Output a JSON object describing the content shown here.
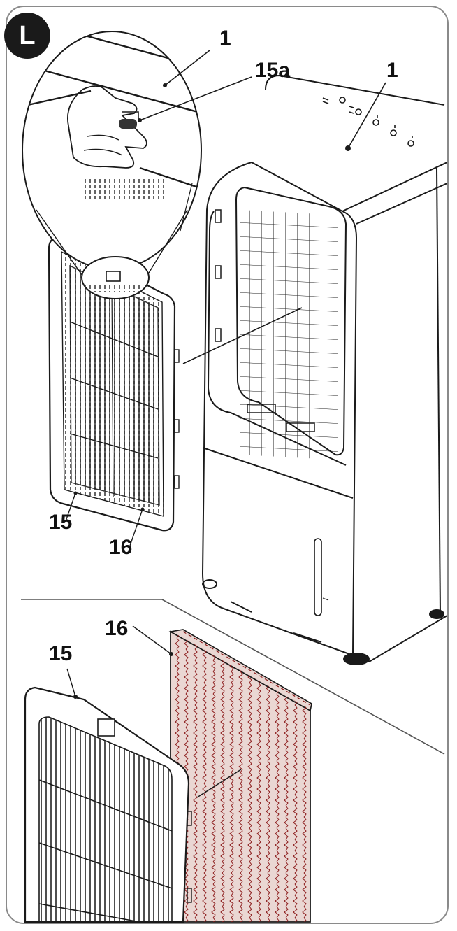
{
  "step": {
    "letter": "L"
  },
  "callouts": {
    "top_circle_one": "1",
    "tab_label": "15a",
    "unit_one": "1",
    "frame_upper": "15",
    "filter_upper": "16",
    "filter_lower": "16",
    "frame_lower": "15"
  },
  "colors": {
    "line": "#1a1a1a",
    "filter_fill": "#ead7d3",
    "filter_wave": "#8b1a1a",
    "frame_border": "#8a8a8a",
    "badge": "#1a1a1a"
  }
}
